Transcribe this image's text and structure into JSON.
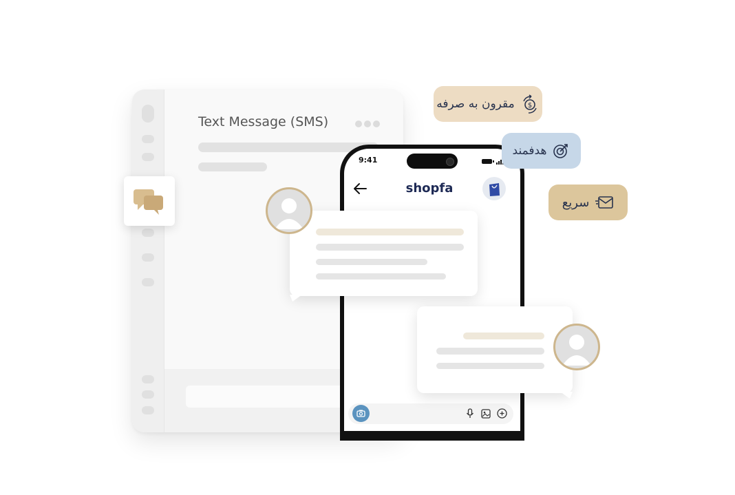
{
  "window": {
    "title": "Text Message (SMS)"
  },
  "phone": {
    "time": "9:41",
    "app_title": "shopfa"
  },
  "badges": [
    {
      "label": "مقرون به صرفه",
      "icon": "money-exchange-icon",
      "color": "#eddcc3"
    },
    {
      "label": "هدفمند",
      "icon": "target-icon",
      "color": "#c6d7e8"
    },
    {
      "label": "سریع",
      "icon": "fast-message-icon",
      "color": "#dcc69c"
    }
  ],
  "icons": {
    "chat": "chat-bubbles-icon",
    "back": "back-arrow-icon",
    "logo": "shopping-bag-icon",
    "camera": "camera-icon",
    "mic": "microphone-icon",
    "gallery": "image-icon",
    "add": "plus-circle-icon"
  },
  "colors": {
    "accent_gold": "#cdb68d",
    "navy": "#1e2a55",
    "camera_blue": "#5b93bf"
  }
}
